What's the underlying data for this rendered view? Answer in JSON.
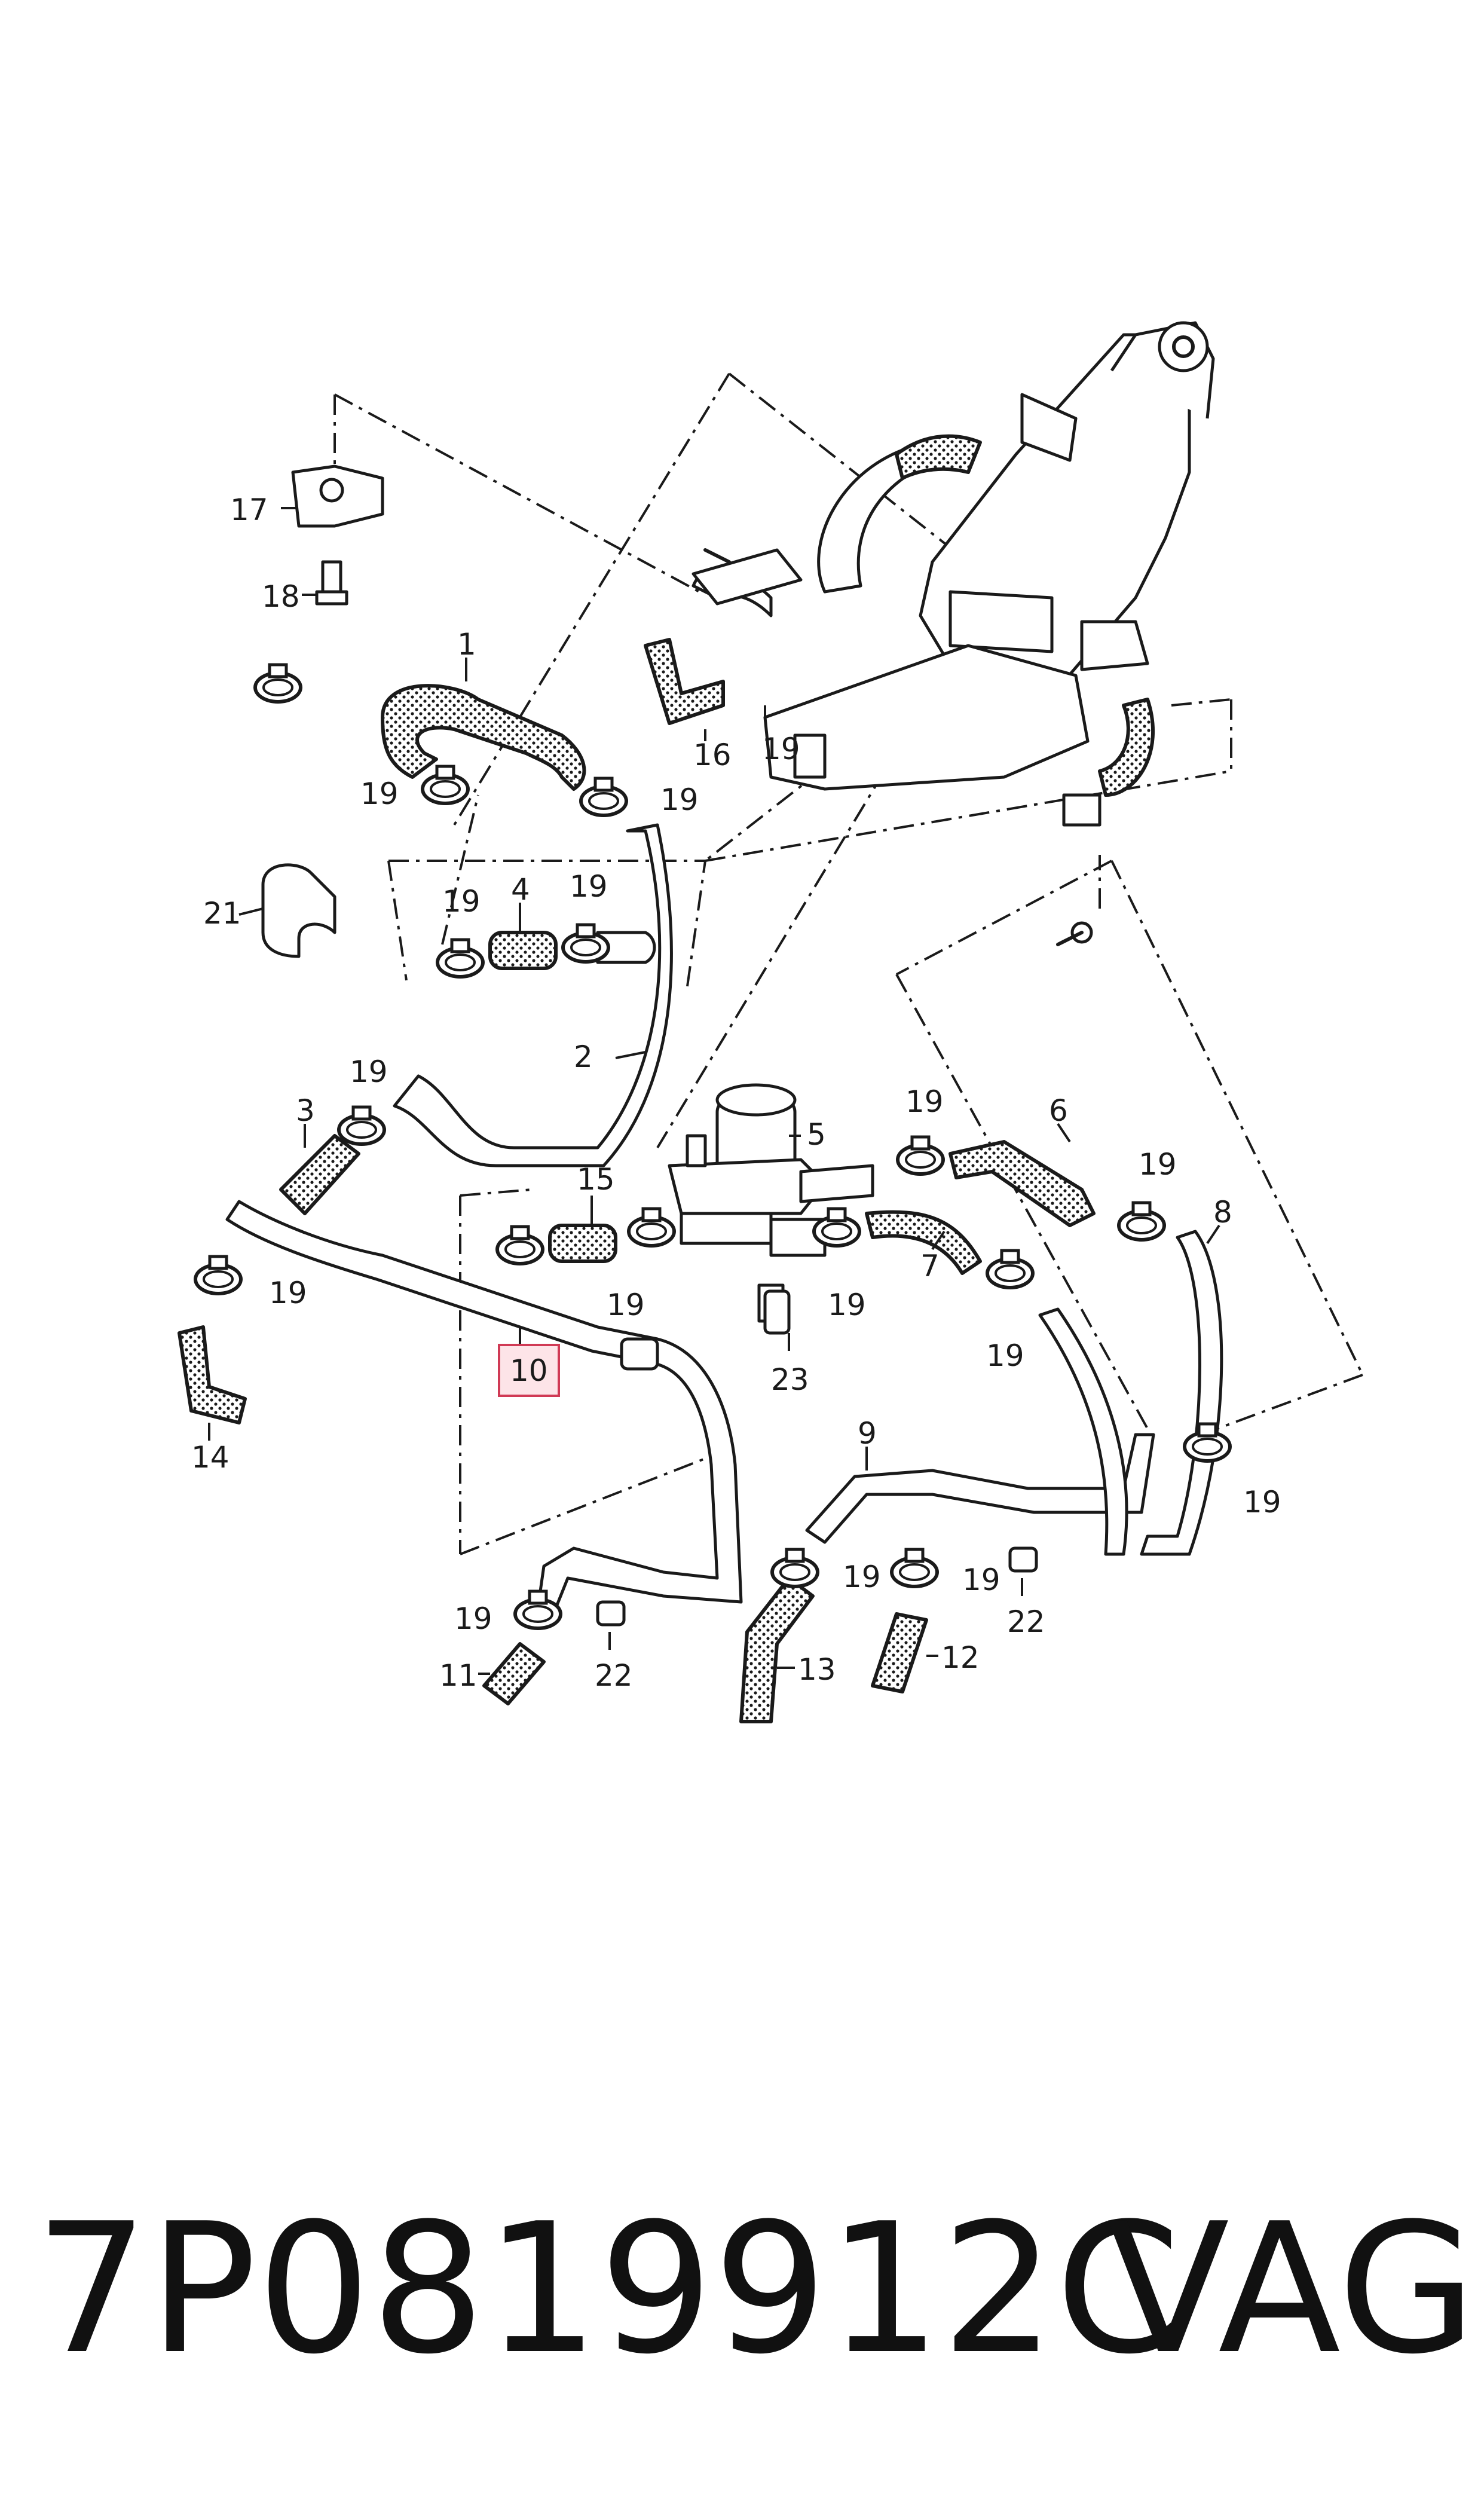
{
  "callouts": {
    "c1": "1",
    "c2": "2",
    "c3": "3",
    "c4": "4",
    "c5": "5",
    "c6": "6",
    "c7": "7",
    "c8": "8",
    "c9": "9",
    "c10": "10",
    "c11": "11",
    "c12": "12",
    "c13": "13",
    "c14": "14",
    "c15": "15",
    "c16": "16",
    "c17": "17",
    "c18": "18",
    "c21": "21",
    "c22": "22",
    "c23": "23",
    "c19": "19"
  },
  "highlight": {
    "label": "10",
    "color": "#d03a55",
    "fill": "#fde4e8"
  },
  "footer": {
    "part_number": "7P0819912C",
    "brand": "VAG"
  }
}
